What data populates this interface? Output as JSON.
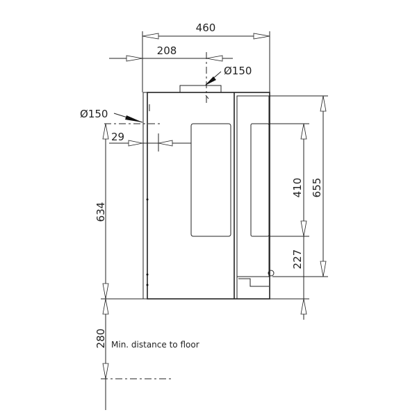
{
  "drawing": {
    "dimensions": {
      "overall_width": "460",
      "flue_offset": "208",
      "top_flue_diameter": "Ø150",
      "rear_flue_diameter": "Ø150",
      "rear_flue_offset": "29",
      "rear_flue_height": "634",
      "window_height": "410",
      "overall_height": "655",
      "window_bottom_height": "227",
      "floor_distance": "280"
    },
    "notes": {
      "floor_note": "Min. distance to floor"
    }
  }
}
